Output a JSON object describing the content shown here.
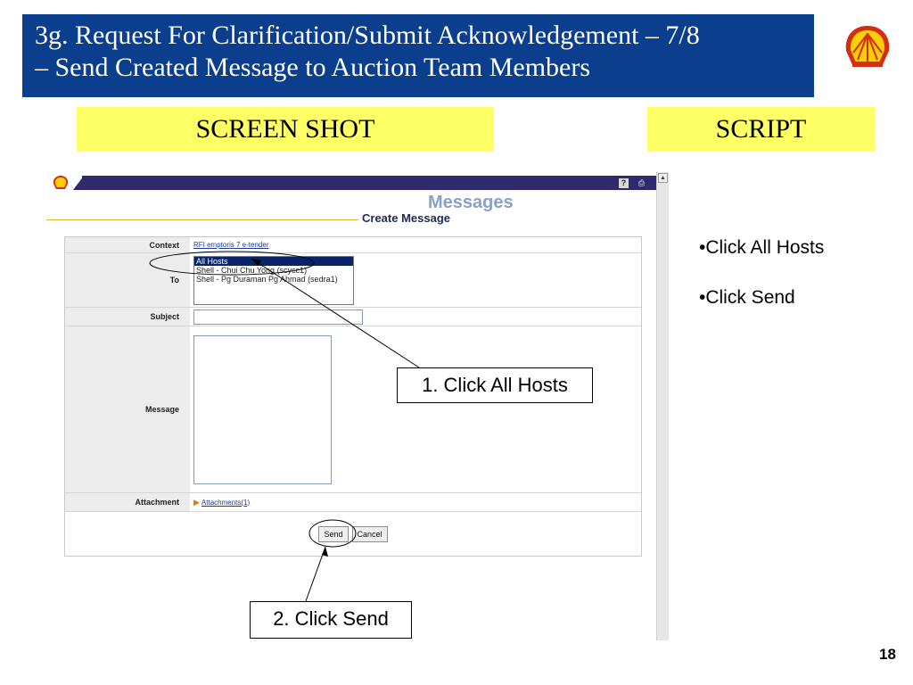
{
  "slide": {
    "title_line1": "3g.  Request For Clarification/Submit Acknowledgement  – 7/8",
    "title_line2": "–  Send Created Message to Auction Team Members",
    "screenshot_label": "SCREEN SHOT",
    "script_label": "SCRIPT",
    "page_number": "18",
    "colors": {
      "title_bg": "#0b3e8c",
      "tag_bg": "#ffff66",
      "logo_red": "#d42e12",
      "logo_yellow": "#fbce07"
    }
  },
  "app": {
    "header_faded": "Messages",
    "header_main": "Create Message",
    "icons": {
      "help": "help-icon",
      "print": "print-icon",
      "logo": "shell-logo"
    },
    "help_glyph": "?",
    "print_glyph": "⎙"
  },
  "form": {
    "context": {
      "label": "Context",
      "value": "RFI emptoris 7 e-tender"
    },
    "to": {
      "label": "To",
      "options": [
        "All Hosts",
        "Shell - Chui Chu Yong (scycc1)",
        "Shell - Pg Duraman Pg Ahmad (sedra1)"
      ],
      "selected": "All Hosts"
    },
    "subject": {
      "label": "Subject",
      "value": ""
    },
    "message": {
      "label": "Message",
      "value": ""
    },
    "attachment": {
      "label": "Attachment",
      "link": "Attachments(1)"
    },
    "buttons": {
      "send": "Send",
      "cancel": "Cancel"
    }
  },
  "callouts": {
    "hosts": "1.  Click All Hosts",
    "send": "2.  Click Send"
  },
  "script": {
    "items": [
      "•Click All Hosts",
      "•Click Send"
    ]
  }
}
